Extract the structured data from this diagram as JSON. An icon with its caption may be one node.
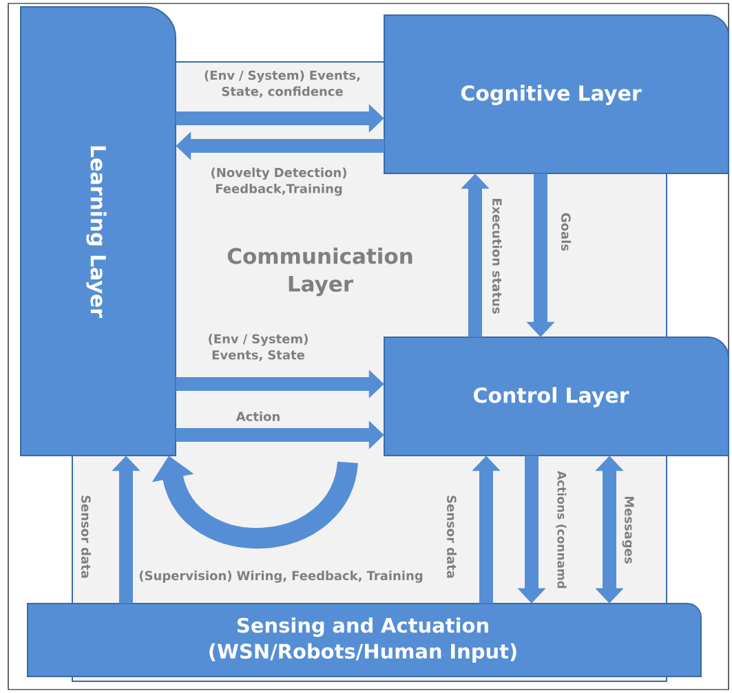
{
  "diagram": {
    "nodes": [
      {
        "text": [
          "Learning Layer"
        ]
      },
      {
        "text": [
          "Cognitive Layer"
        ]
      },
      {
        "text": [
          "Communication Layer"
        ]
      },
      {
        "text": [
          "Control Layer"
        ]
      },
      {
        "text": [
          "Sensing and Actuation (WSN/Robots/Human Input)"
        ]
      }
    ],
    "edges": [
      {
        "from": 0,
        "to": 1,
        "arrow": "to",
        "label": "(Env / System) Events, State, confidence"
      },
      {
        "from": 1,
        "to": 0,
        "arrow": "to",
        "label": "(Novelty Detection) Feedback,Training"
      },
      {
        "from": 3,
        "to": 1,
        "arrow": "to",
        "label": "Execution status"
      },
      {
        "from": 1,
        "to": 3,
        "arrow": "to",
        "label": "Goals"
      },
      {
        "from": 0,
        "to": 3,
        "arrow": "to",
        "label": "(Env / System) Events, State"
      },
      {
        "from": 0,
        "to": 3,
        "arrow": "to",
        "label": "Action"
      },
      {
        "from": null,
        "to": 0,
        "arrow": "to",
        "label": "(Supervision) Wiring, Feedback, Training"
      },
      {
        "from": 4,
        "to": 0,
        "arrow": "to",
        "label": "Sensor data"
      },
      {
        "from": 4,
        "to": 3,
        "arrow": "to",
        "label": "Sensor data"
      },
      {
        "from": 3,
        "to": 4,
        "arrow": "to",
        "label": "Actions (connamd"
      },
      {
        "from": 3,
        "to": 4,
        "arrow": "both",
        "label": "Messages"
      }
    ]
  }
}
